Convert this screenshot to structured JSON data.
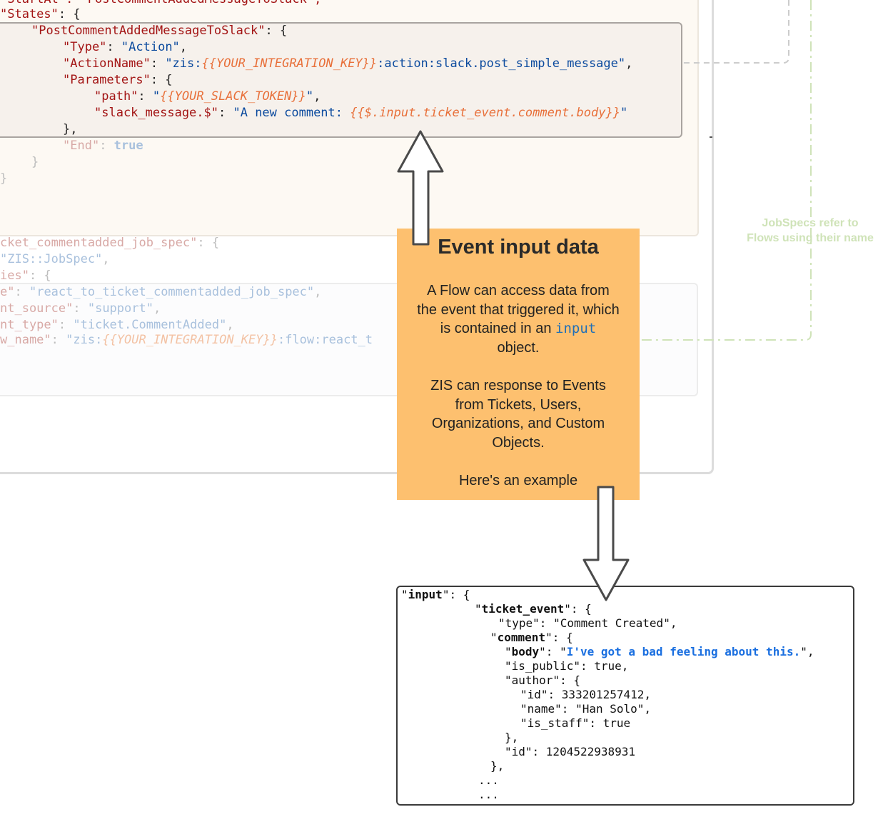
{
  "flow_code": {
    "top_partial": "\"StartAt\": \"PostCommentAddedMessageToSlack\",",
    "states_key": "\"States\"",
    "state_name": "\"PostCommentAddedMessageToSlack\"",
    "type_key": "\"Type\"",
    "type_value": "\"Action\"",
    "actionname_key": "\"ActionName\"",
    "actionname_prefix": "\"zis:",
    "integration_key_placeholder": "{{YOUR_INTEGRATION_KEY}}",
    "actionname_suffix": ":action:slack.post_simple_message\"",
    "parameters_key": "\"Parameters\"",
    "path_key": "\"path\"",
    "path_open": "\"",
    "slack_token_placeholder": "{{YOUR_SLACK_TOKEN}}",
    "path_close": "\"",
    "slack_message_key": "\"slack_message.$\"",
    "slack_message_prefix": "\"A new comment: ",
    "slack_message_path": "{{$.input.ticket_event.comment.body}}",
    "slack_message_close": "\"",
    "end_key": "\"End\"",
    "end_value": "true"
  },
  "jobspec_code": {
    "name_key": "cket_commentadded_job_spec\"",
    "type_value": "\"ZIS::JobSpec\"",
    "props_key": "ies\"",
    "jname_key": "e\"",
    "jname_value": "\"react_to_ticket_commentadded_job_spec\"",
    "source_key": "nt_source\"",
    "source_value": "\"support\"",
    "etype_key": "nt_type\"",
    "etype_value": "\"ticket.CommentAdded\"",
    "flow_key": "w_name\"",
    "flow_prefix": "\"zis:",
    "flow_key_placeholder": "{{YOUR_INTEGRATION_KEY}}",
    "flow_suffix": ":flow:react_t"
  },
  "side_label": {
    "line1": "JobSpecs refer to",
    "line2": "Flows using their name"
  },
  "note": {
    "title": "Event input data",
    "p1a": "A Flow can access data from",
    "p1b": "the event that triggered it, which",
    "p1c": "is contained in an ",
    "p1_code": "input",
    "p1d": "object.",
    "p2a": "ZIS can response to Events",
    "p2b": "from Tickets, Users,",
    "p2c": "Organizations, and Custom",
    "p2d": "Objects.",
    "p3": "Here's an example"
  },
  "input_example": {
    "input_key": "input",
    "ticket_event_key": "ticket_event",
    "type_line": "\"type\": \"Comment Created\",",
    "comment_key": "comment",
    "body_key": "body",
    "body_value": "I've got a bad feeling about this.",
    "is_public_line": "\"is_public\": true,",
    "author_line": "\"author\": {",
    "author_id_line": "\"id\": 333201257412,",
    "author_name_line": "\"name\": \"Han Solo\",",
    "author_staff_line": "\"is_staff\": true",
    "close_author": "},",
    "comment_id_line": "\"id\": 1204522938931",
    "close_comment": "},",
    "ellipsis1": "...",
    "ellipsis2": "..."
  },
  "colors": {
    "note_bg": "#fdc06f",
    "key_red": "#a31515",
    "string_blue": "#0b4a9e",
    "placeholder_orange": "#e8703a",
    "highlight_blue": "#1a6fe0"
  }
}
